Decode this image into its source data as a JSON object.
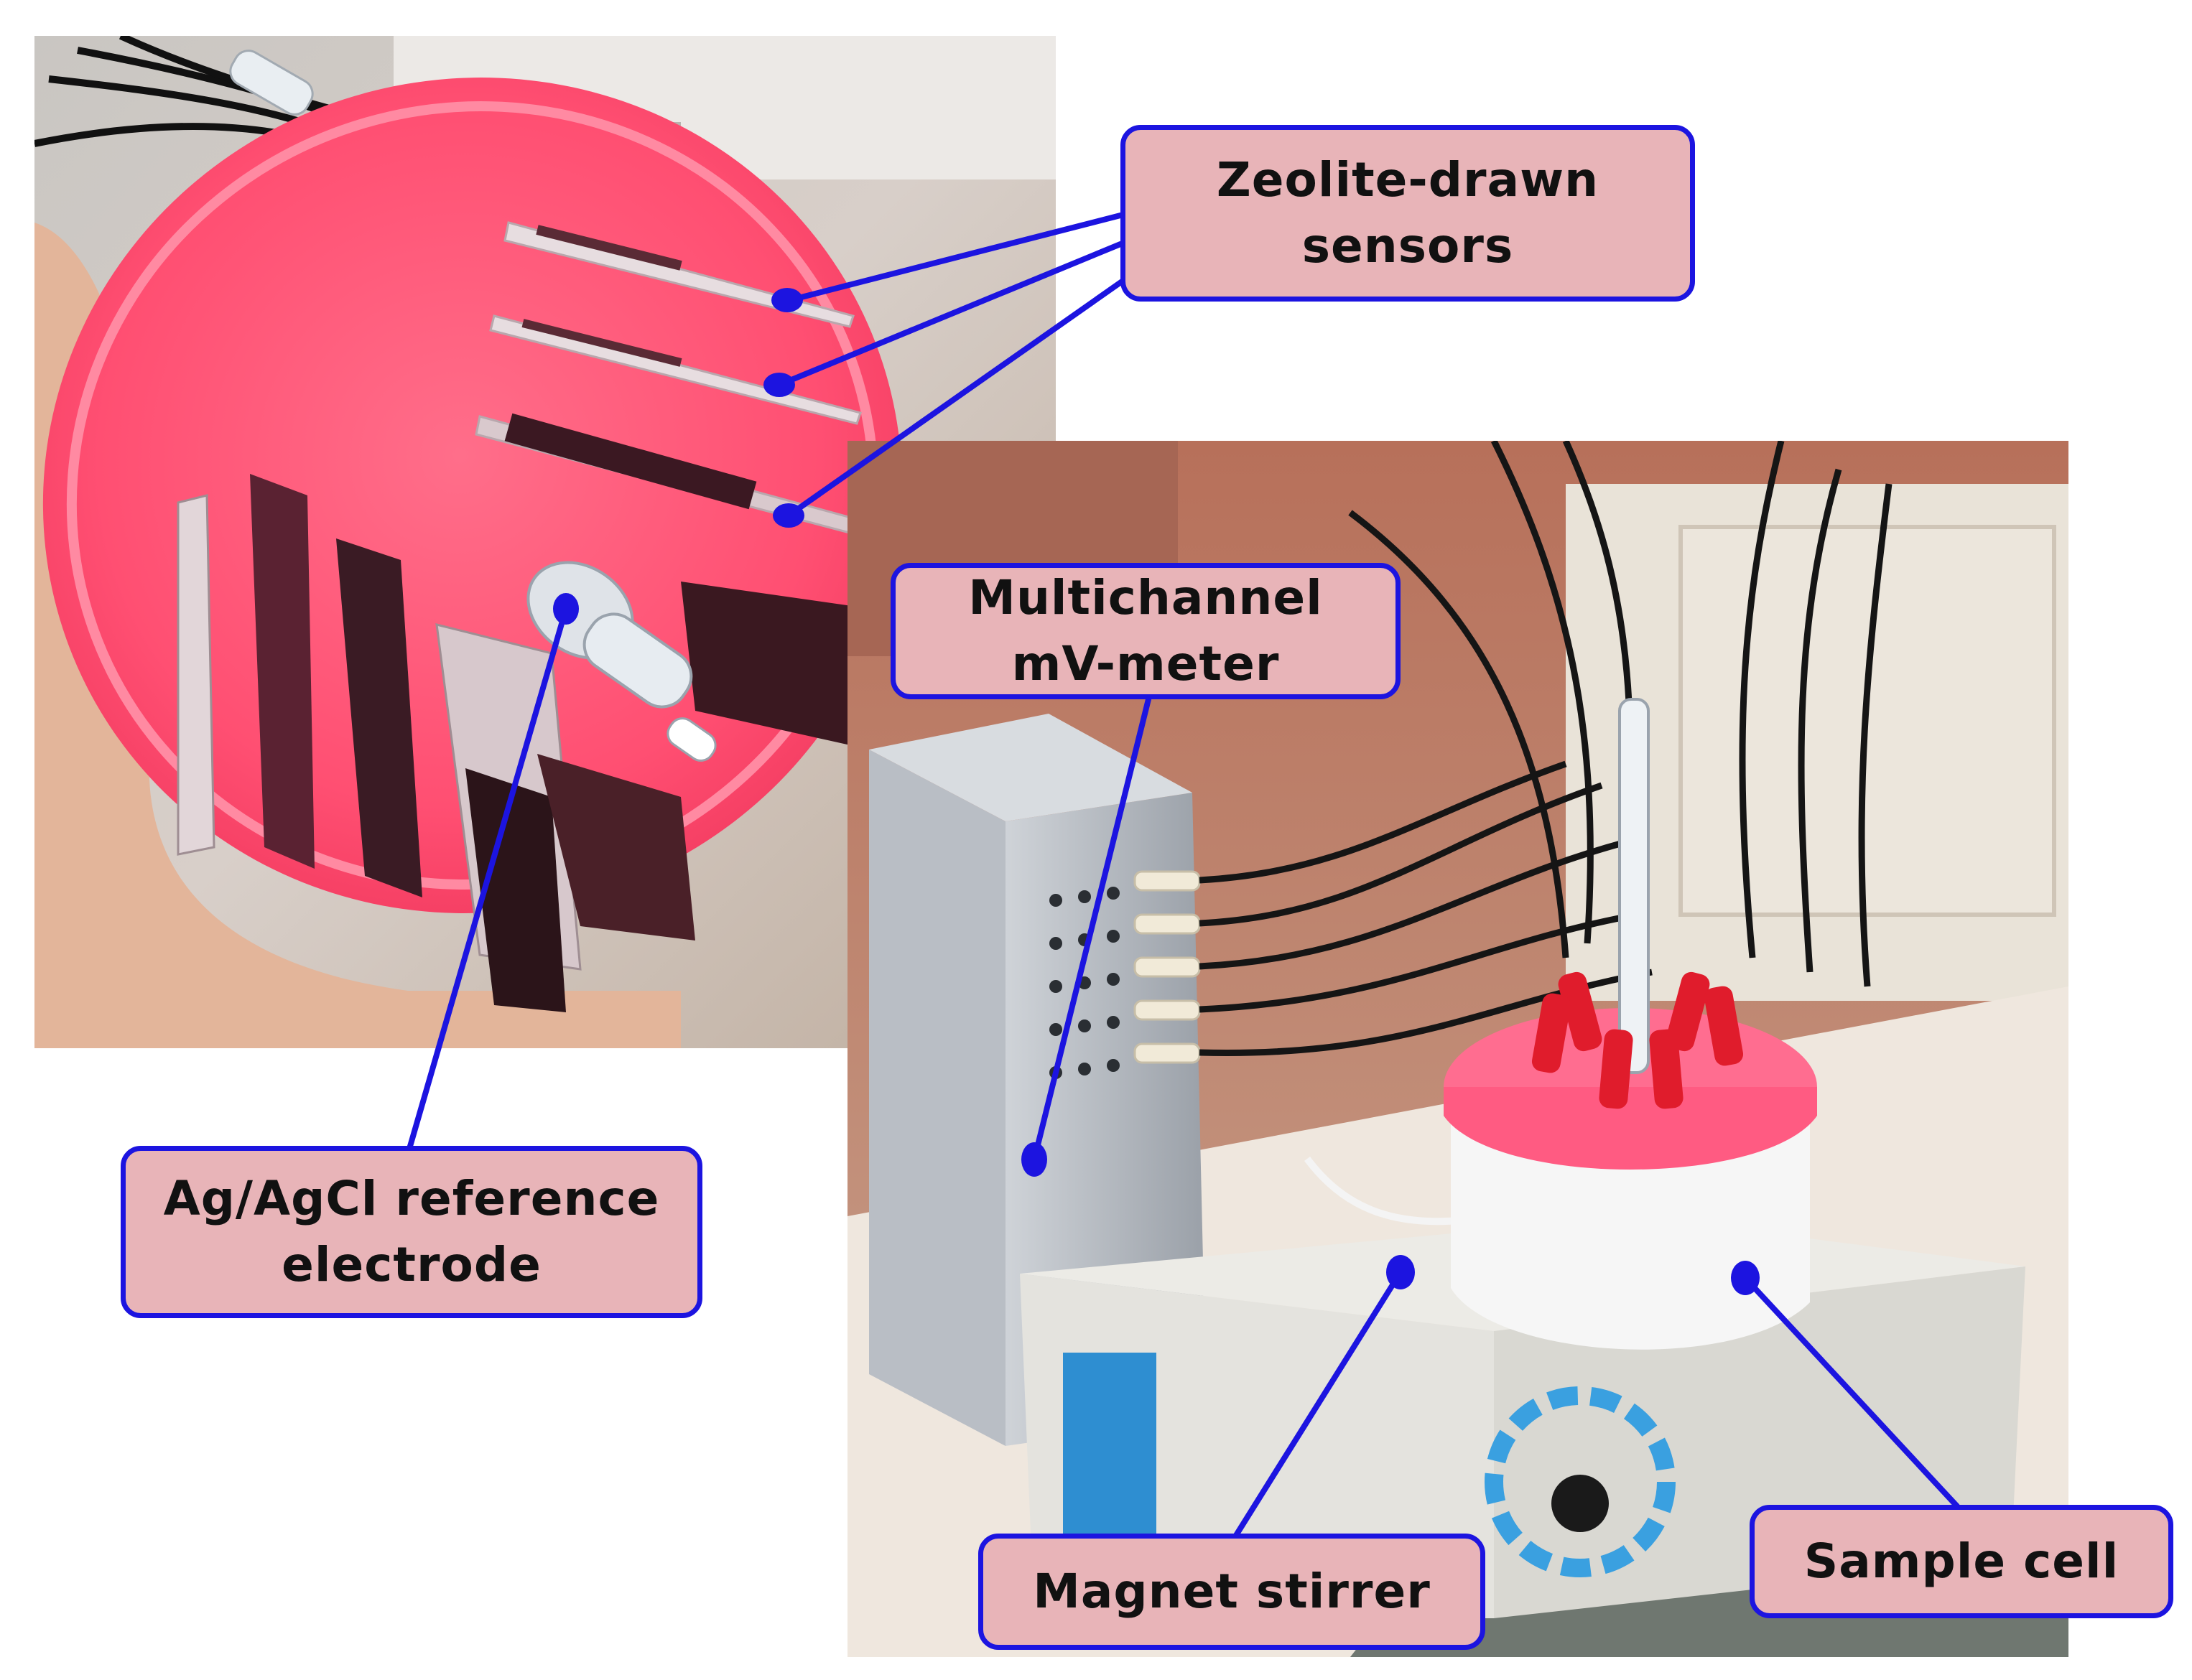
{
  "labels": {
    "zeolite": [
      "Zeolite-drawn",
      "sensors"
    ],
    "meter": [
      "Multichannel",
      "mV-meter"
    ],
    "reference": [
      "Ag/AgCl reference",
      "electrode"
    ],
    "stirrer": "Magnet stirrer",
    "cell": "Sample cell"
  },
  "colors": {
    "callout_line": "#1c14e0",
    "label_fill": "#e8b4b8",
    "sensor_holder": "#ff4d74",
    "bench": "#efe7de"
  }
}
